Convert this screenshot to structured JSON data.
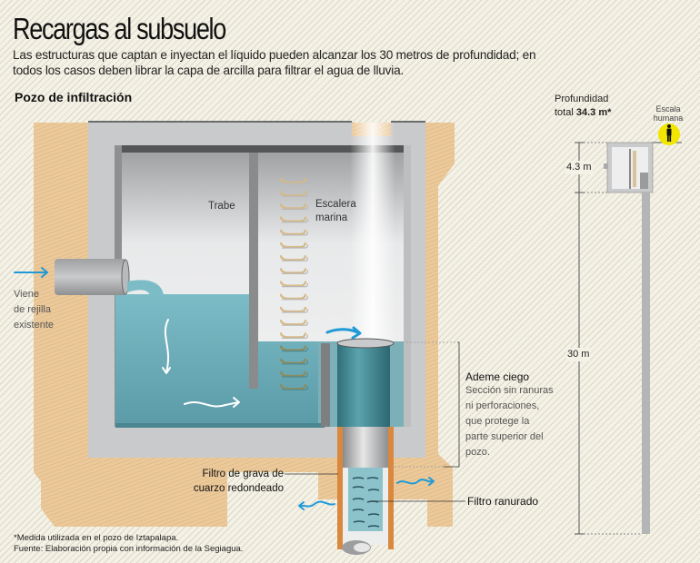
{
  "header": {
    "title": "Recargas al subsuelo",
    "subtitle": "Las estructuras que captan e inyectan el líquido pueden alcanzar los 30 metros de profundidad; en todos los casos deben librar la capa de arcilla para filtrar el agua de lluvia.",
    "section_title": "Pozo de infiltración"
  },
  "labels": {
    "inlet": [
      "Viene",
      "de rejilla",
      "existente"
    ],
    "trabe": "Trabe",
    "escalera": [
      "Escalera",
      "marina"
    ],
    "ademe_title": "Ademe ciego",
    "ademe_desc": [
      "Sección sin ranuras",
      "ni perforaciones,",
      "que protege la",
      "parte superior del",
      "pozo."
    ],
    "filtro_grava": [
      "Filtro de grava de",
      "cuarzo redondeado"
    ],
    "filtro_ranurado": "Filtro ranurado"
  },
  "depth_scale": {
    "total_label": "Profundidad",
    "total_prefix": "total",
    "total_value": "34.3 m*",
    "human_scale": [
      "Escala",
      "humana"
    ],
    "upper_depth": "4.3 m",
    "lower_depth": "30 m"
  },
  "footer": {
    "note": "*Medida utilizada en el pozo de Iztapalapa.",
    "source": "Fuente: Elaboración propia con información de la Segiagua."
  },
  "colors": {
    "soil": "#ecc99a",
    "concrete": "#c8c9cb",
    "water": "#6eacb8",
    "pipe_teal": "#3f8a95",
    "casing_orange": "#d9883e",
    "arrow_blue": "#1f9ad6",
    "human_yellow": "#f2e600"
  }
}
